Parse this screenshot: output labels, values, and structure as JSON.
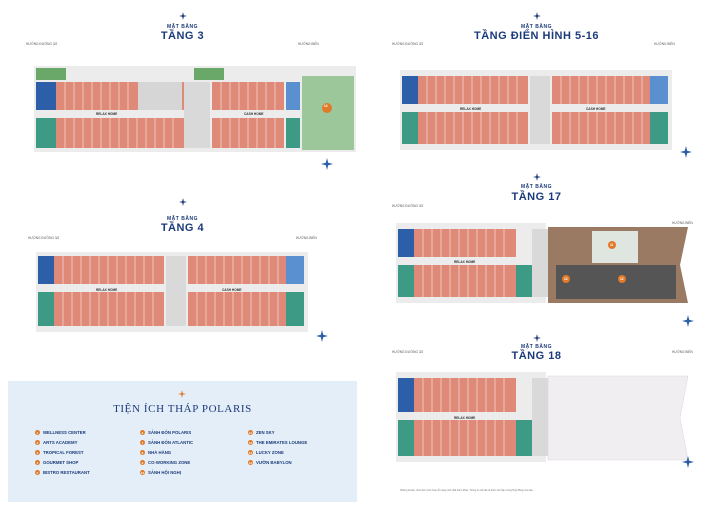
{
  "panels": {
    "t3": {
      "label": "MẶT BẰNG",
      "title": "TẦNG 3",
      "left_dir": "HƯỚNG ĐƯỜNG 3/2",
      "right_dir": "HƯỚNG BIỂN",
      "corridor_left": "RELAX HOME",
      "corridor_right": "CASH HOME",
      "badge": "14"
    },
    "t516": {
      "label": "MẶT BẰNG",
      "title": "TẦNG ĐIỂN HÌNH 5-16",
      "left_dir": "HƯỚNG ĐƯỜNG 3/2",
      "right_dir": "HƯỚNG BIỂN",
      "corridor_left": "RELAX HOME",
      "corridor_right": "CASH HOME"
    },
    "t4": {
      "label": "MẶT BẰNG",
      "title": "TẦNG 4",
      "left_dir": "HƯỚNG ĐƯỜNG 3/2",
      "right_dir": "HƯỚNG BIỂN",
      "corridor_left": "RELAX HOME",
      "corridor_right": "CASH HOME"
    },
    "t17": {
      "label": "MẶT BẰNG",
      "title": "TẦNG 17",
      "left_dir": "HƯỚNG ĐƯỜNG 3/2",
      "right_dir": "HƯỚNG BIỂN",
      "corridor_left": "RELAX HOME",
      "badges": [
        "11",
        "12",
        "13"
      ]
    },
    "t18": {
      "label": "MẶT BẰNG",
      "title": "TẦNG 18",
      "left_dir": "HƯỚNG ĐƯỜNG 3/2",
      "right_dir": "HƯỚNG BIỂN",
      "corridor_left": "RELAX HOME"
    }
  },
  "legend": {
    "title": "TIỆN ÍCH THÁP POLARIS",
    "items": [
      {
        "n": "1",
        "label": "WELLNESS CENTER"
      },
      {
        "n": "2",
        "label": "ARTS ACADEMY"
      },
      {
        "n": "3",
        "label": "TROPICAL FOREST"
      },
      {
        "n": "4",
        "label": "GOURMET SHOP"
      },
      {
        "n": "5",
        "label": "BISTRO RESTAURANT"
      },
      {
        "n": "6",
        "label": "SẢNH ĐÓN POLARIS"
      },
      {
        "n": "7",
        "label": "SẢNH ĐÓN ATLANTIC"
      },
      {
        "n": "8",
        "label": "NHÀ HÀNG"
      },
      {
        "n": "9",
        "label": "CO-WORKING ZONE"
      },
      {
        "n": "10",
        "label": "SẢNH HỘI NGHỊ"
      },
      {
        "n": "11",
        "label": "ZEN SKY"
      },
      {
        "n": "12",
        "label": "THE EMIRATES LOUNGE"
      },
      {
        "n": "13",
        "label": "LUCKY ZONE"
      },
      {
        "n": "14",
        "label": "VƯỜN BABYLON"
      }
    ]
  },
  "note": "Những tài liệu, hình ảnh minh hoạ chỉ mang tính chất tham khảo. Thông tin chi tiết sẽ được thể hiện trong Hợp đồng mua bán."
}
